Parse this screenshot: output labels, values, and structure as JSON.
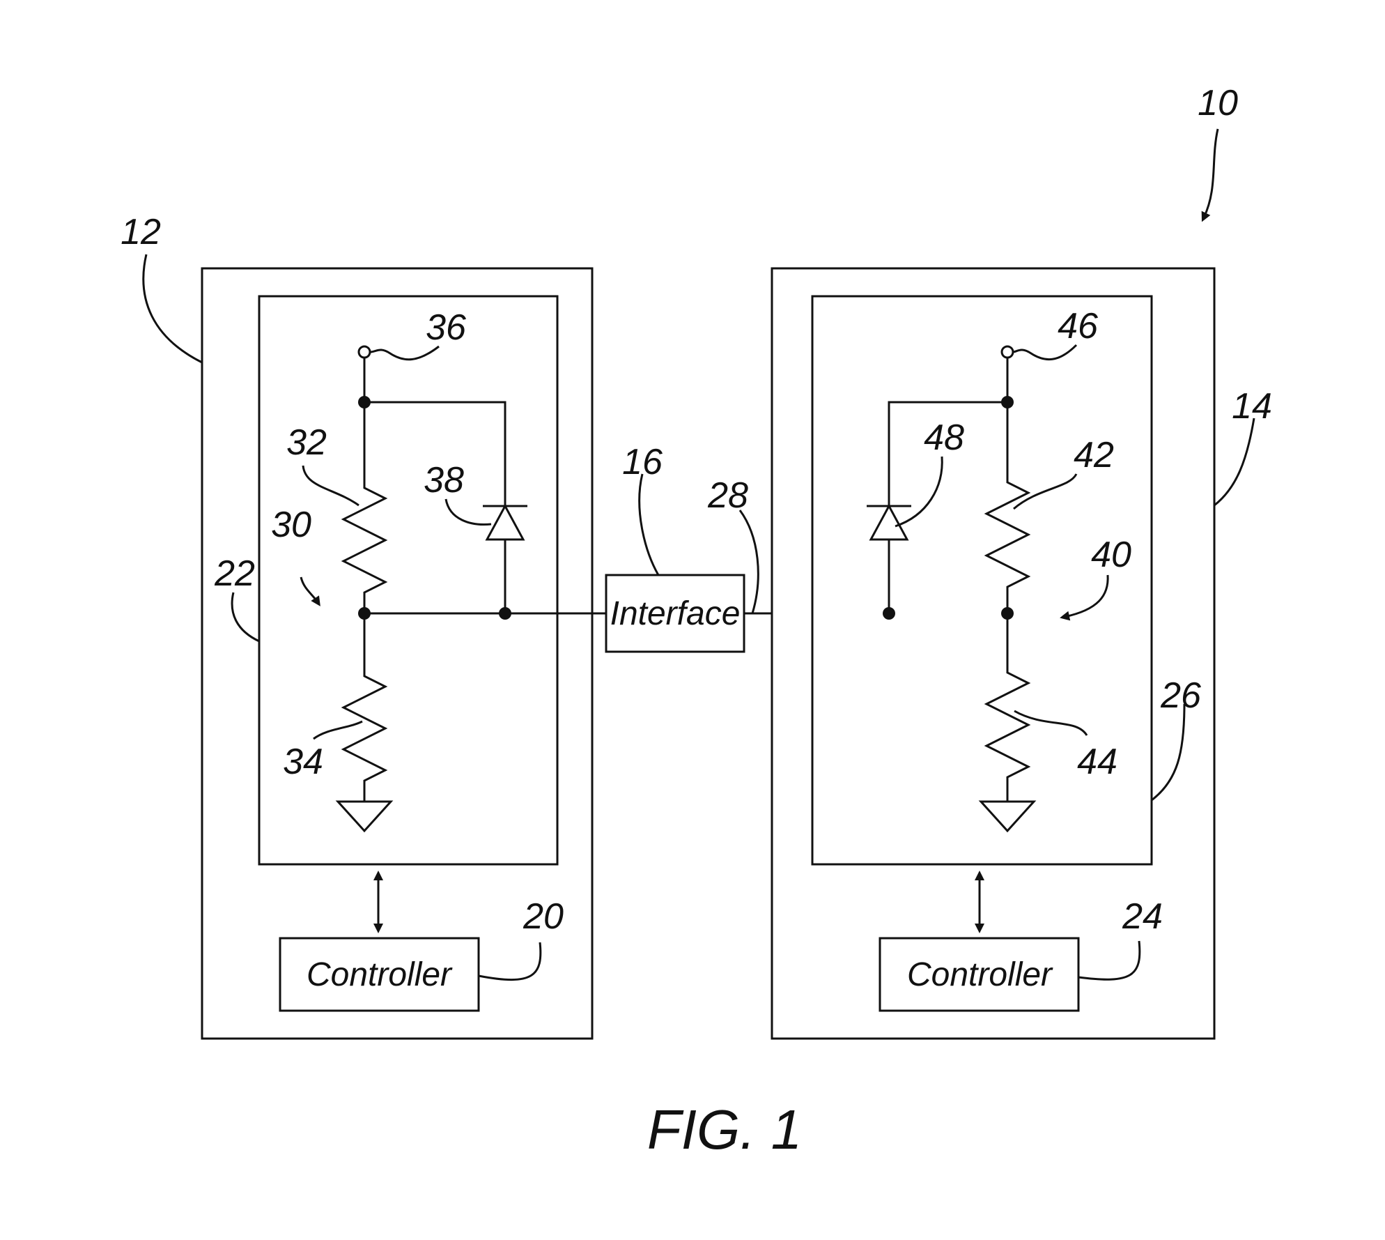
{
  "figure": {
    "caption": "FIG. 1"
  },
  "labels": {
    "system": "10",
    "device_left": "12",
    "device_right": "14",
    "interface_ref": "16",
    "controller_left_ref": "20",
    "circuit_left": "22",
    "controller_right_ref": "24",
    "circuit_right": "26",
    "line_28": "28",
    "divider_left": "30",
    "resistor_32": "32",
    "resistor_34": "34",
    "terminal_36": "36",
    "diode_38": "38",
    "divider_right": "40",
    "resistor_42": "42",
    "resistor_44": "44",
    "terminal_46": "46",
    "diode_48": "48"
  },
  "blocks": {
    "interface": "Interface",
    "controller_left": "Controller",
    "controller_right": "Controller"
  }
}
